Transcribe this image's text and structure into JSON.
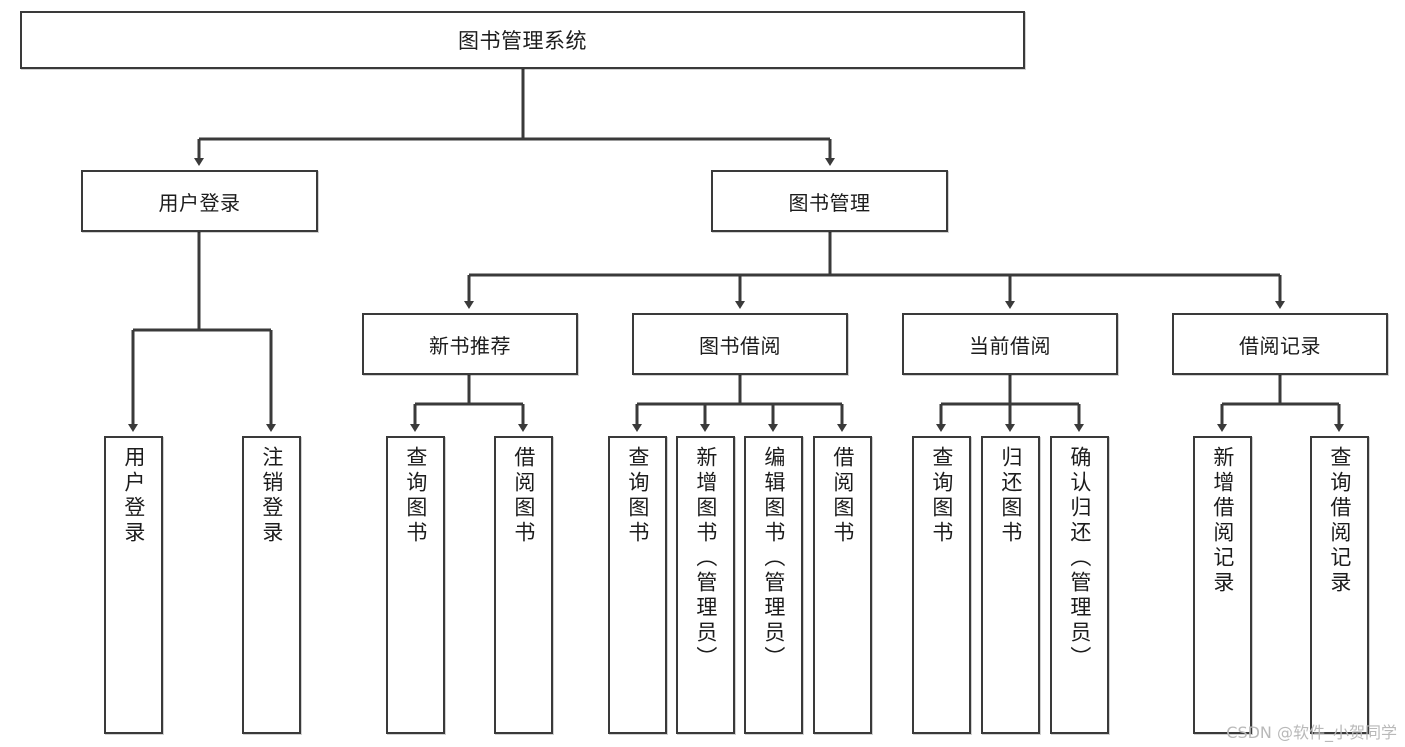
{
  "diagram": {
    "title": "图书管理系统",
    "watermark": "CSDN @软件_小贺同学",
    "colors": {
      "box_border": "#3a3a3a",
      "box_fill": "#ffffff",
      "edge": "#3a3a3a",
      "text": "#1c1c1c",
      "watermark": "#b9b9b9"
    },
    "root": {
      "label": "图书管理系统"
    },
    "level2": [
      {
        "label": "用户登录"
      },
      {
        "label": "图书管理"
      }
    ],
    "level3": [
      {
        "label": "新书推荐"
      },
      {
        "label": "图书借阅"
      },
      {
        "label": "当前借阅"
      },
      {
        "label": "借阅记录"
      }
    ],
    "leaves": {
      "user_login": [
        {
          "label": "用户登录"
        },
        {
          "label": "注销登录"
        }
      ],
      "new_book": [
        {
          "label": "查询图书"
        },
        {
          "label": "借阅图书"
        }
      ],
      "book_borrow": [
        {
          "label": "查询图书"
        },
        {
          "label": "新增图书（管理员）"
        },
        {
          "label": "编辑图书（管理员）"
        },
        {
          "label": "借阅图书"
        }
      ],
      "current_borrow": [
        {
          "label": "查询图书"
        },
        {
          "label": "归还图书"
        },
        {
          "label": "确认归还（管理员）"
        }
      ],
      "borrow_record": [
        {
          "label": "新增借阅记录"
        },
        {
          "label": "查询借阅记录"
        }
      ]
    }
  }
}
